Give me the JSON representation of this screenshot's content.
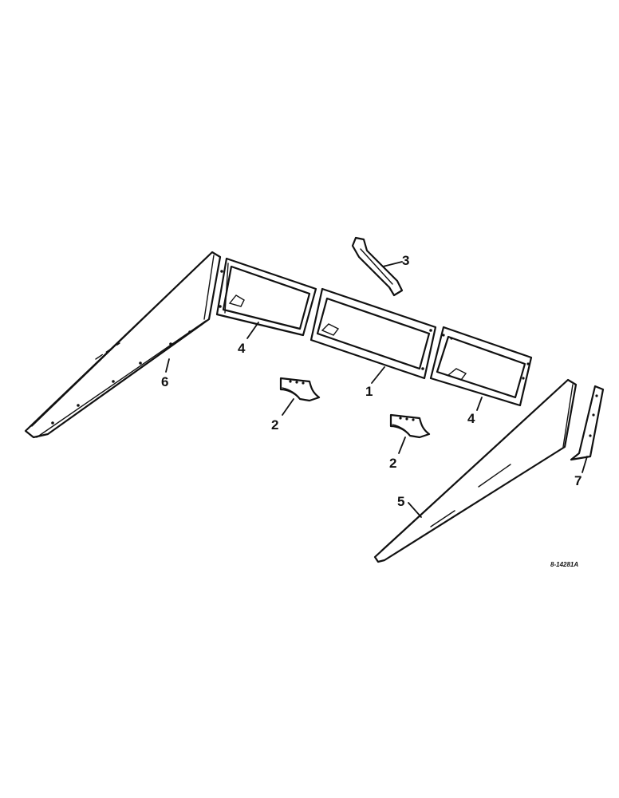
{
  "callouts": {
    "one": "1",
    "two_a": "2",
    "two_b": "2",
    "three": "3",
    "four_a": "4",
    "four_b": "4",
    "five": "5",
    "six": "6",
    "seven": "7"
  },
  "figure_ref": "8-14281A"
}
